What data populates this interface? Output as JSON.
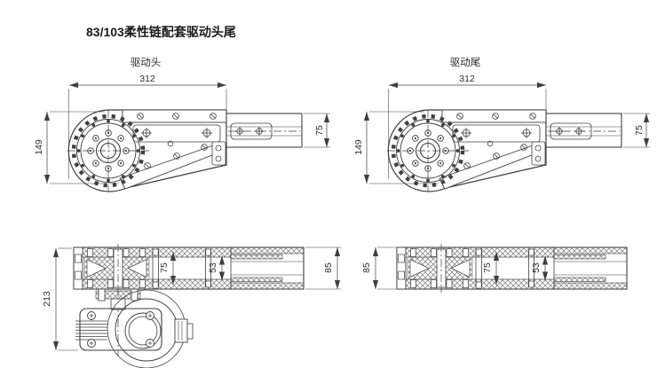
{
  "title": "83/103柔性链配套驱动头尾",
  "colors": {
    "line": "#3f3f3f",
    "hatch": "#8f8f8f",
    "background": "#ffffff",
    "text": "#1a1a1a"
  },
  "views": {
    "head_side": {
      "label": "驱动头",
      "dim_width": "312",
      "dim_height": "149",
      "dim_rail": "75"
    },
    "tail_side": {
      "label": "驱动尾",
      "dim_width": "312",
      "dim_height": "149",
      "dim_rail": "75"
    },
    "head_top": {
      "dim_total": "213",
      "dim_inner": "75",
      "dim_chain": "53",
      "dim_rail": "85"
    },
    "tail_top": {
      "dim_rail": "85",
      "dim_inner": "75",
      "dim_chain": "53"
    }
  }
}
